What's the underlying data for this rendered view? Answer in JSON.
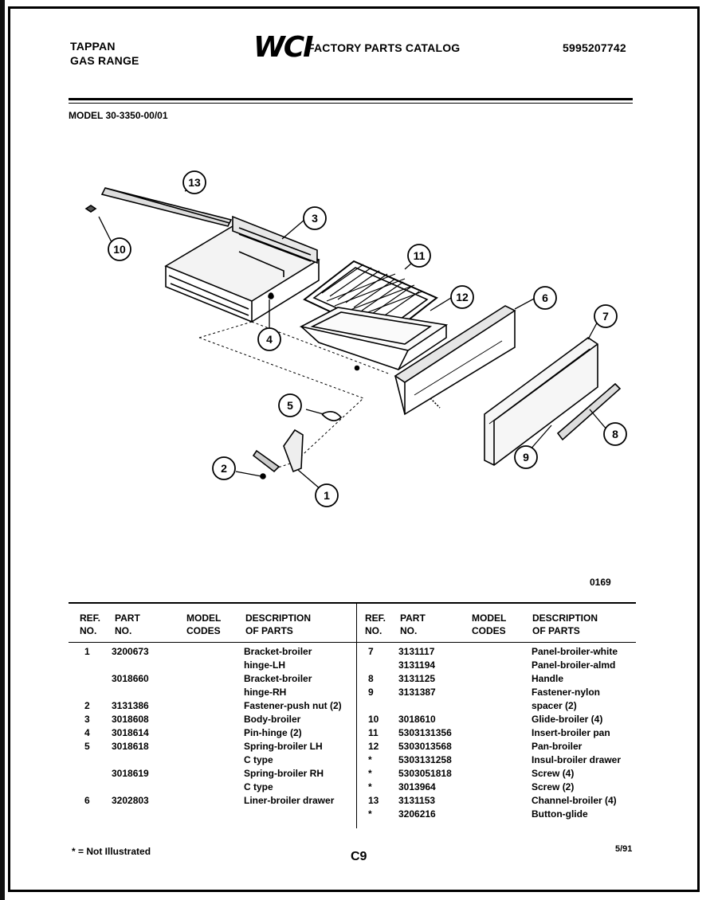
{
  "header": {
    "brand": "TAPPAN",
    "product": "GAS RANGE",
    "logo": "WCI",
    "catalog_title": "FACTORY PARTS CATALOG",
    "catalog_number": "5995207742",
    "model": "MODEL 30-3350-00/01"
  },
  "diagram": {
    "callouts": [
      "1",
      "2",
      "3",
      "4",
      "5",
      "6",
      "7",
      "8",
      "9",
      "10",
      "11",
      "12",
      "13"
    ],
    "figure_code": "0169"
  },
  "table": {
    "headers": {
      "ref": "REF.",
      "ref2": "NO.",
      "part": "PART",
      "part2": "NO.",
      "model": "MODEL",
      "model2": "CODES",
      "desc": "DESCRIPTION",
      "desc2": "OF PARTS"
    },
    "left": {
      "ref": [
        "1",
        "",
        "",
        "",
        "2",
        "3",
        "4",
        "5",
        "",
        "",
        "",
        "6"
      ],
      "part": [
        "3200673",
        "",
        "3018660",
        "",
        "3131386",
        "3018608",
        "3018614",
        "3018618",
        "",
        "3018619",
        "",
        "3202803"
      ],
      "desc": [
        "Bracket-broiler",
        "hinge-LH",
        "Bracket-broiler",
        "hinge-RH",
        "Fastener-push nut (2)",
        "Body-broiler",
        "Pin-hinge (2)",
        "Spring-broiler LH",
        "C type",
        "Spring-broiler RH",
        "C type",
        "Liner-broiler drawer"
      ]
    },
    "right": {
      "ref": [
        "7",
        "",
        "8",
        "9",
        "",
        "10",
        "11",
        "12",
        "*",
        "*",
        "*",
        "13",
        "*"
      ],
      "part": [
        "3131117",
        "3131194",
        "3131125",
        "3131387",
        "",
        "3018610",
        "5303131356",
        "5303013568",
        "5303131258",
        "5303051818",
        "3013964",
        "3131153",
        "3206216"
      ],
      "desc": [
        "Panel-broiler-white",
        "Panel-broiler-almd",
        "Handle",
        "Fastener-nylon",
        "spacer (2)",
        "Glide-broiler (4)",
        "Insert-broiler pan",
        "Pan-broiler",
        "Insul-broiler drawer",
        "Screw (4)",
        "Screw (2)",
        "Channel-broiler (4)",
        "Button-glide"
      ]
    }
  },
  "footer": {
    "note": "* = Not Illustrated",
    "page": "C9",
    "date": "5/91"
  }
}
